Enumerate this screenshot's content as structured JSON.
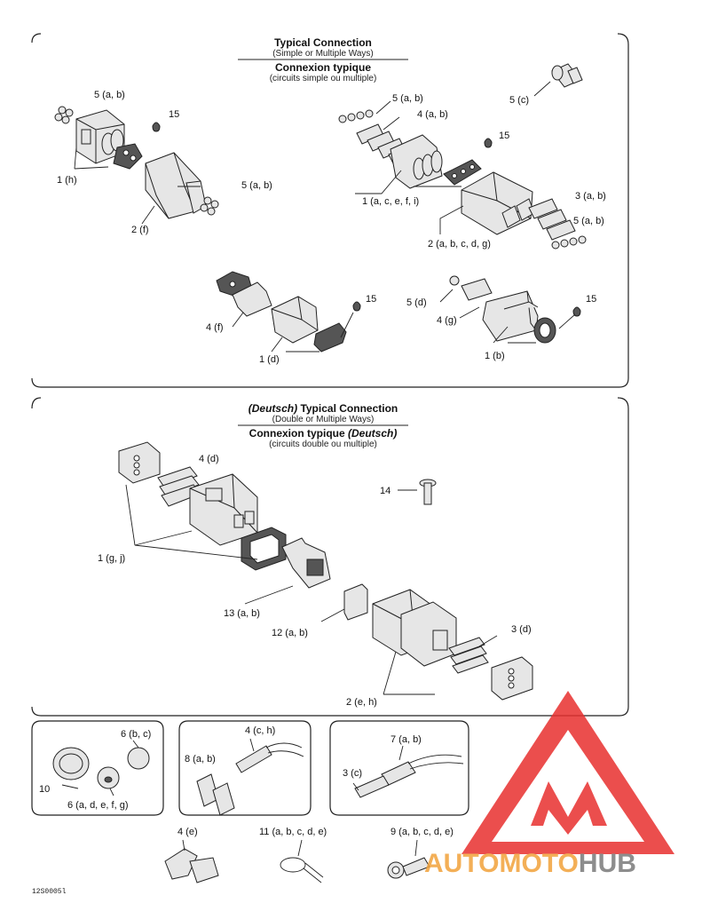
{
  "panel1": {
    "title": "Typical Connection",
    "subtitle": "(Simple or Multiple Ways)",
    "title_fr": "Connexion typique",
    "subtitle_fr": "(circuits simple ou multiple)"
  },
  "panel2": {
    "title_italic": "(Deutsch)",
    "title": " Typical Connection",
    "subtitle": "(Double or Multiple Ways)",
    "title_fr": "Connexion typique ",
    "title_fr_italic": "(Deutsch)",
    "subtitle_fr": "(circuits double ou multiple)"
  },
  "labels": {
    "p1_5ab_left": "5 (a, b)",
    "p1_15_left": "15",
    "p1_1h": "1 (h)",
    "p1_2f": "2 (f)",
    "p1_5ab_mid": "5 (a, b)",
    "p1_5ab_top": "5 (a, b)",
    "p1_4ab": "4 (a, b)",
    "p1_15_right": "15",
    "p1_5c": "5 (c)",
    "p1_1acefi": "1 (a, c, e, f, i)",
    "p1_3ab": "3 (a, b)",
    "p1_5ab_right": "5 (a, b)",
    "p1_2abcdg": "2 (a, b, c, d, g)",
    "p1_15_bl": "15",
    "p1_4f": "4 (f)",
    "p1_1d": "1 (d)",
    "p1_5d": "5 (d)",
    "p1_4g": "4 (g)",
    "p1_15_br": "15",
    "p1_1b": "1 (b)",
    "p2_4d": "4 (d)",
    "p2_14": "14",
    "p2_1gj": "1 (g, j)",
    "p2_13ab": "13 (a, b)",
    "p2_12ab": "12 (a, b)",
    "p2_3d": "3 (d)",
    "p2_2eh": "2 (e, h)",
    "p3_6bc": "6 (b, c)",
    "p3_10": "10",
    "p3_6adefg": "6 (a, d, e, f, g)",
    "p4_4ch": "4 (c, h)",
    "p4_8ab": "8 (a, b)",
    "p5_7ab": "7 (a, b)",
    "p5_3c": "3 (c)",
    "b_4e": "4 (e)",
    "b_11": "11 (a, b, c, d, e)",
    "b_9": "9 (a, b, c, d, e)"
  },
  "figure_code": "12S0005l",
  "watermark": {
    "text_part1": "AUTOMOTO",
    "text_part2": "HUB",
    "color_red": "#e8302f",
    "color_orange": "#f2a23a",
    "color_gray": "#7a7a7a"
  }
}
